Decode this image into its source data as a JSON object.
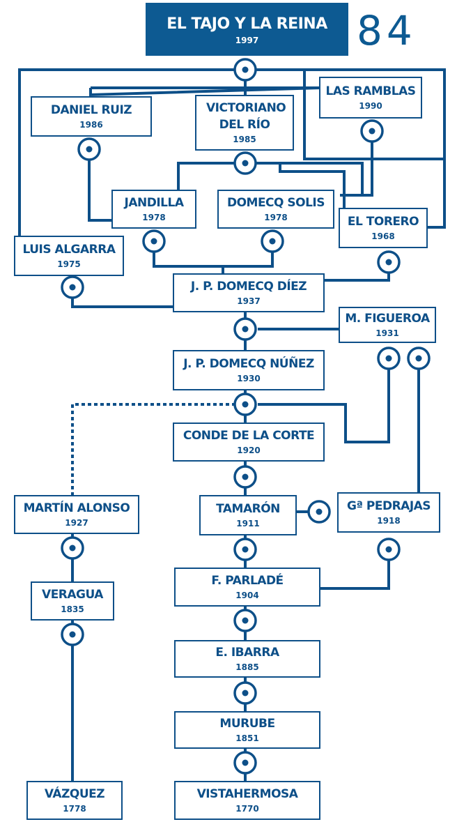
{
  "header": {
    "title": "EL TAJO Y LA REINA",
    "year": "1997",
    "number": "84"
  },
  "nodes": {
    "daniel_ruiz": {
      "name": "DANIEL RUIZ",
      "year": "1986"
    },
    "victoriano": {
      "name": "VICTORIANO DEL RÍO",
      "year": "1985"
    },
    "las_ramblas": {
      "name": "LAS RAMBLAS",
      "year": "1990"
    },
    "jandilla": {
      "name": "JANDILLA",
      "year": "1978"
    },
    "domecq_solis": {
      "name": "DOMECQ SOLIS",
      "year": "1978"
    },
    "el_torero": {
      "name": "EL TORERO",
      "year": "1968"
    },
    "luis_algarra": {
      "name": "LUIS ALGARRA",
      "year": "1975"
    },
    "jp_domecq_diez": {
      "name": "J. P. DOMECQ DÍEZ",
      "year": "1937"
    },
    "m_figueroa": {
      "name": "M. FIGUEROA",
      "year": "1931"
    },
    "jp_domecq_nunez": {
      "name": "J. P. DOMECQ NÚÑEZ",
      "year": "1930"
    },
    "conde_corte": {
      "name": "CONDE DE LA CORTE",
      "year": "1920"
    },
    "martin_alonso": {
      "name": "MARTÍN ALONSO",
      "year": "1927"
    },
    "tamaron": {
      "name": "TAMARÓN",
      "year": "1911"
    },
    "ga_pedrajas": {
      "name": "Gª PEDRAJAS",
      "year": "1918"
    },
    "veragua": {
      "name": "VERAGUA",
      "year": "1835"
    },
    "f_parlade": {
      "name": "F. PARLADÉ",
      "year": "1904"
    },
    "e_ibarra": {
      "name": "E. IBARRA",
      "year": "1885"
    },
    "murube": {
      "name": "MURUBE",
      "year": "1851"
    },
    "vazquez": {
      "name": "VÁZQUEZ",
      "year": "1778"
    },
    "vistahermosa": {
      "name": "VISTAHERMOSA",
      "year": "1770"
    }
  },
  "colors": {
    "primary": "#0d4f88",
    "title_bg": "#0d5a92"
  }
}
